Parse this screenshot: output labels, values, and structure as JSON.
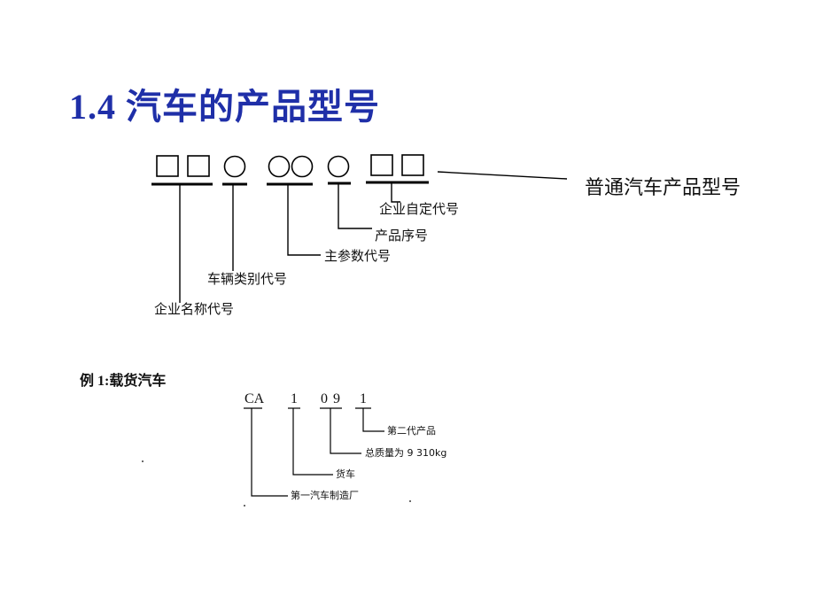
{
  "title": "1.4 汽车的产品型号",
  "model_scheme": {
    "product_label": "普通汽车产品型号",
    "labels": {
      "enterprise_custom_code": "企业自定代号",
      "product_sequence": "产品序号",
      "main_parameter_code": "主参数代号",
      "vehicle_category_code": "车辆类别代号",
      "enterprise_name_code": "企业名称代号"
    }
  },
  "example": {
    "title": "例 1:载货汽车",
    "codes": [
      "CA",
      "1",
      "0",
      "9",
      "1"
    ],
    "labels": {
      "generation": "第二代产品",
      "total_mass": "总质量为 9 310kg",
      "truck": "货车",
      "manufacturer": "第一汽车制造厂"
    }
  }
}
